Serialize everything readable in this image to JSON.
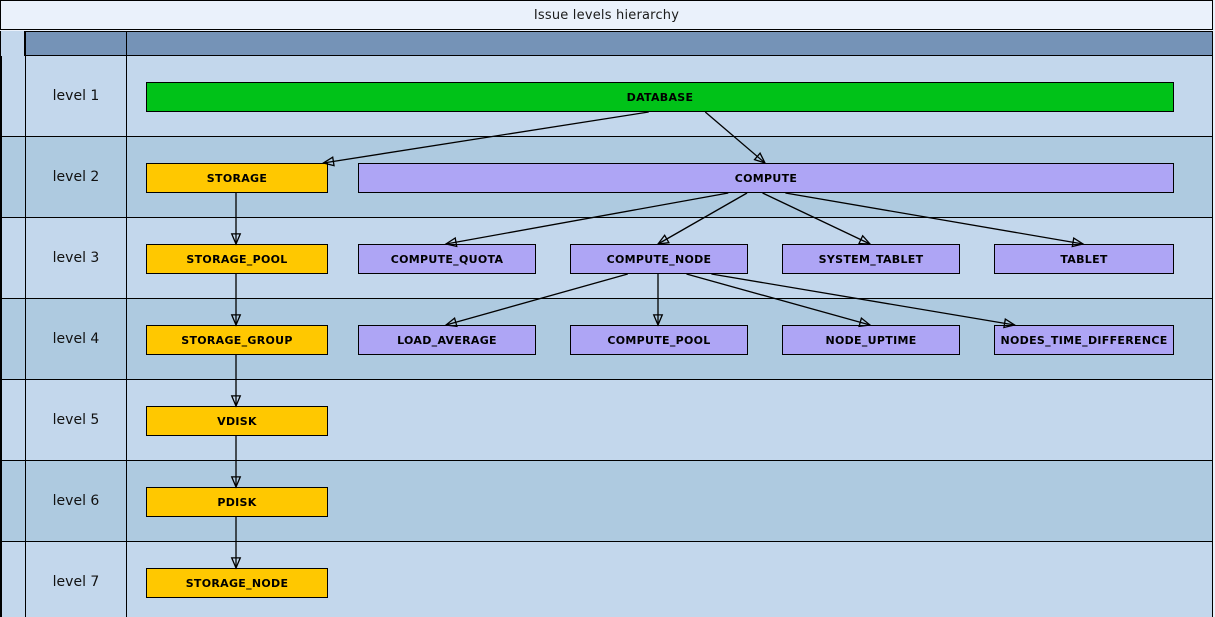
{
  "title": "Issue levels hierarchy",
  "colors": {
    "page_background": "#eaf1fb",
    "row_light": "#c3d7ec",
    "row_dark": "#aecae0",
    "header_band": "#7593b7",
    "node_root": "#00c218",
    "node_storage": "#ffc800",
    "node_compute": "#aea5f5",
    "border": "#000000"
  },
  "levels": [
    {
      "label": "level 1"
    },
    {
      "label": "level 2"
    },
    {
      "label": "level 3"
    },
    {
      "label": "level 4"
    },
    {
      "label": "level 5"
    },
    {
      "label": "level 6"
    },
    {
      "label": "level 7"
    }
  ],
  "nodes": [
    {
      "id": "database",
      "label": "DATABASE",
      "level": 1,
      "color": "green"
    },
    {
      "id": "storage",
      "label": "STORAGE",
      "level": 2,
      "color": "yellow"
    },
    {
      "id": "compute",
      "label": "COMPUTE",
      "level": 2,
      "color": "purple"
    },
    {
      "id": "storage_pool",
      "label": "STORAGE_POOL",
      "level": 3,
      "color": "yellow"
    },
    {
      "id": "compute_quota",
      "label": "COMPUTE_QUOTA",
      "level": 3,
      "color": "purple"
    },
    {
      "id": "compute_node",
      "label": "COMPUTE_NODE",
      "level": 3,
      "color": "purple"
    },
    {
      "id": "system_tablet",
      "label": "SYSTEM_TABLET",
      "level": 3,
      "color": "purple"
    },
    {
      "id": "tablet",
      "label": "TABLET",
      "level": 3,
      "color": "purple"
    },
    {
      "id": "storage_group",
      "label": "STORAGE_GROUP",
      "level": 4,
      "color": "yellow"
    },
    {
      "id": "load_average",
      "label": "LOAD_AVERAGE",
      "level": 4,
      "color": "purple"
    },
    {
      "id": "compute_pool",
      "label": "COMPUTE_POOL",
      "level": 4,
      "color": "purple"
    },
    {
      "id": "node_uptime",
      "label": "NODE_UPTIME",
      "level": 4,
      "color": "purple"
    },
    {
      "id": "nodes_time_difference",
      "label": "NODES_TIME_DIFFERENCE",
      "level": 4,
      "color": "purple"
    },
    {
      "id": "vdisk",
      "label": "VDISK",
      "level": 5,
      "color": "yellow"
    },
    {
      "id": "pdisk",
      "label": "PDISK",
      "level": 6,
      "color": "yellow"
    },
    {
      "id": "storage_node",
      "label": "STORAGE_NODE",
      "level": 7,
      "color": "yellow"
    }
  ],
  "edges": [
    {
      "from": "database",
      "to": "storage"
    },
    {
      "from": "database",
      "to": "compute"
    },
    {
      "from": "storage",
      "to": "storage_pool"
    },
    {
      "from": "compute",
      "to": "compute_quota"
    },
    {
      "from": "compute",
      "to": "compute_node"
    },
    {
      "from": "compute",
      "to": "system_tablet"
    },
    {
      "from": "compute",
      "to": "tablet"
    },
    {
      "from": "storage_pool",
      "to": "storage_group"
    },
    {
      "from": "compute_node",
      "to": "load_average"
    },
    {
      "from": "compute_node",
      "to": "compute_pool"
    },
    {
      "from": "compute_node",
      "to": "node_uptime"
    },
    {
      "from": "compute_node",
      "to": "nodes_time_difference"
    },
    {
      "from": "storage_group",
      "to": "vdisk"
    },
    {
      "from": "vdisk",
      "to": "pdisk"
    },
    {
      "from": "pdisk",
      "to": "storage_node"
    }
  ]
}
